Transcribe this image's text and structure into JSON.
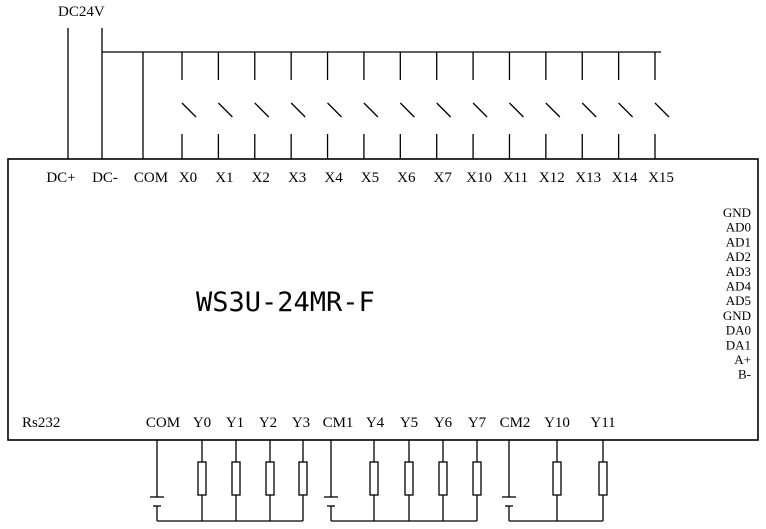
{
  "supply_label": "DC24V",
  "model": "WS3U-24MR-F",
  "serial_port_label": "Rs232",
  "power_terminals": [
    "DC+",
    "DC-",
    "COM"
  ],
  "input_terminals": [
    "X0",
    "X1",
    "X2",
    "X3",
    "X4",
    "X5",
    "X6",
    "X7",
    "X10",
    "X11",
    "X12",
    "X13",
    "X14",
    "X15"
  ],
  "analog_terminals": [
    "GND",
    "AD0",
    "AD1",
    "AD2",
    "AD3",
    "AD4",
    "AD5",
    "GND",
    "DA0",
    "DA1",
    "A+",
    "B-"
  ],
  "output_terminals": [
    "COM",
    "Y0",
    "Y1",
    "Y2",
    "Y3",
    "CM1",
    "Y4",
    "Y5",
    "Y6",
    "Y7",
    "CM2",
    "Y10",
    "Y11"
  ],
  "output_groups": [
    {
      "common": "COM",
      "outputs": [
        "Y0",
        "Y1",
        "Y2",
        "Y3"
      ]
    },
    {
      "common": "CM1",
      "outputs": [
        "Y4",
        "Y5",
        "Y6",
        "Y7"
      ]
    },
    {
      "common": "CM2",
      "outputs": [
        "Y10",
        "Y11"
      ]
    }
  ]
}
